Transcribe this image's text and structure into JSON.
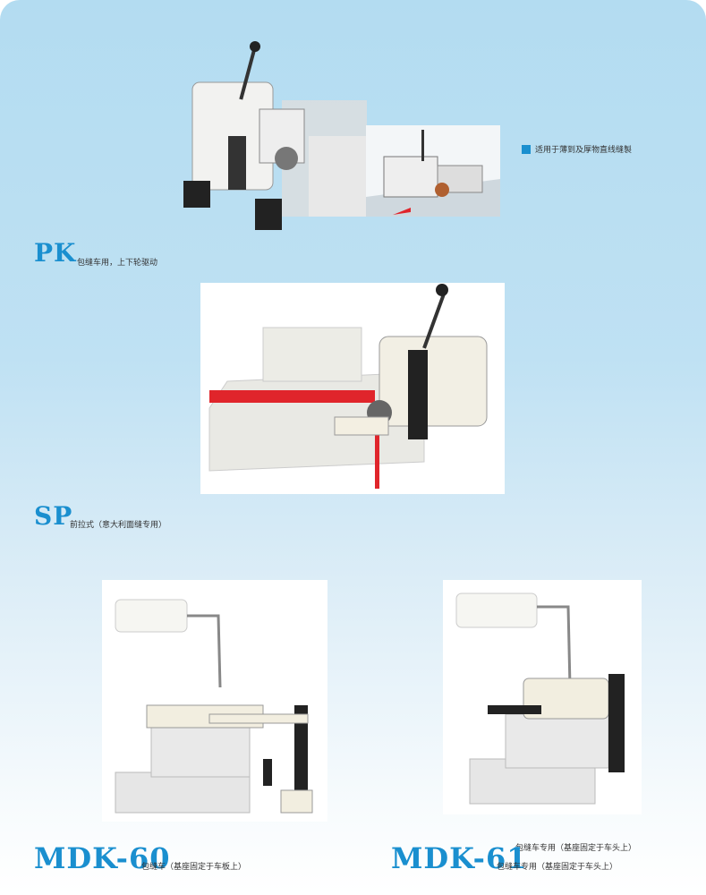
{
  "sections": [
    {
      "model": "PK",
      "desc": "包缝车用，上下轮驱动"
    },
    {
      "model": "SP",
      "desc": "前拉式（意大利面缝专用）"
    },
    {
      "model": "MDK-60",
      "desc": "包缝车（基座固定于车板上）"
    },
    {
      "model": "MDK-61",
      "desc": "包缝车专用（基座固定于车头上）",
      "desc_above": "包缝车专用（基座固定于车头上）"
    }
  ],
  "note": "适用于薄到及厚物直线缝製",
  "colors": {
    "accent": "#1a8fcf",
    "tape": "#e0252b"
  }
}
